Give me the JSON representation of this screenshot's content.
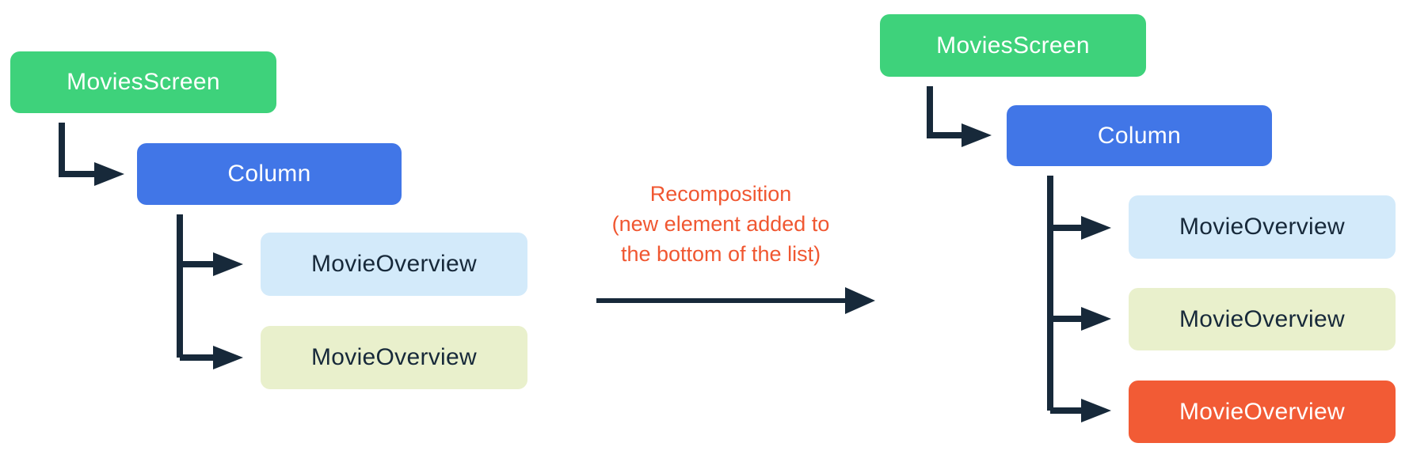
{
  "diagram": {
    "left_tree": {
      "root": {
        "label": "MoviesScreen"
      },
      "column": {
        "label": "Column"
      },
      "children": [
        {
          "label": "MovieOverview",
          "state": "unchanged"
        },
        {
          "label": "MovieOverview",
          "state": "unchanged"
        }
      ]
    },
    "right_tree": {
      "root": {
        "label": "MoviesScreen"
      },
      "column": {
        "label": "Column"
      },
      "children": [
        {
          "label": "MovieOverview",
          "state": "unchanged"
        },
        {
          "label": "MovieOverview",
          "state": "unchanged"
        },
        {
          "label": "MovieOverview",
          "state": "newly-added"
        }
      ]
    },
    "annotation": {
      "lines": [
        "Recomposition",
        "(new element added to",
        "the bottom of the list)"
      ]
    },
    "colors": {
      "root_node_green": "#3ED27B",
      "column_node_blue": "#4176E7",
      "child_node_light_blue": "#D3EAFA",
      "child_node_pale_yellow": "#E9F0CC",
      "new_child_node_orange": "#F25B35",
      "annotation_text_orange": "#F05731",
      "connector_dark_navy": "#17293A"
    }
  }
}
